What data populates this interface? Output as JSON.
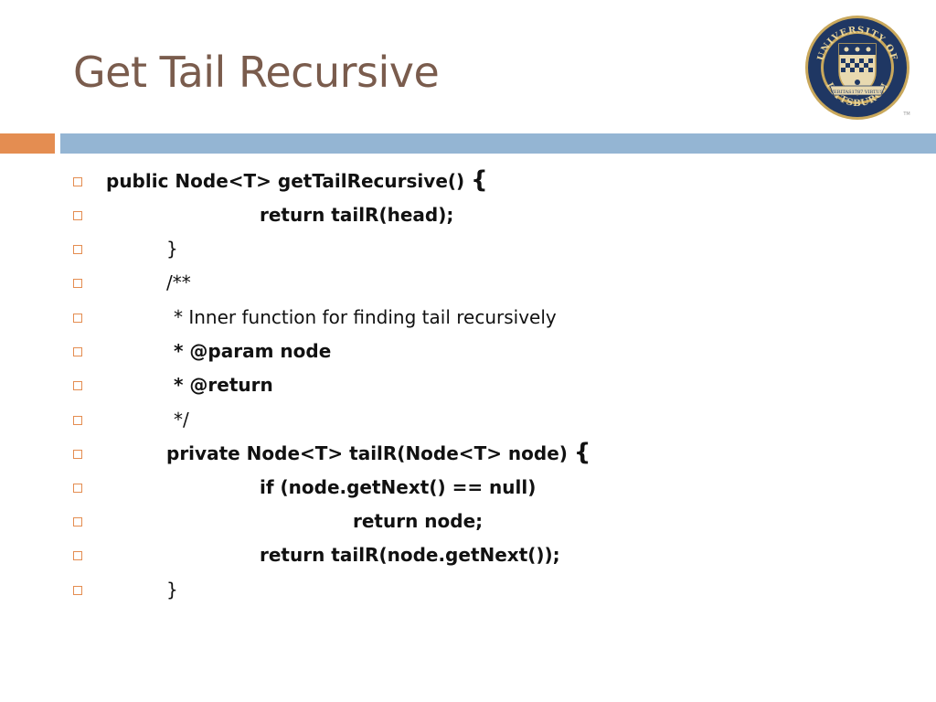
{
  "slide": {
    "title": "Get Tail Recursive",
    "logo": {
      "text_top": "UNIVERSITY OF",
      "text_bottom": "PITTSBURGH",
      "motto_left": "VERITAS",
      "year": "1787",
      "motto_right": "VIRTUS",
      "tm": "TM"
    },
    "lines": [
      {
        "text": "public Node<T> getTailRecursive() ",
        "brace": "{"
      },
      {
        "text": "return tailR(head);"
      },
      {
        "text": "}"
      },
      {
        "text": "/**"
      },
      {
        "text": "* Inner function for finding tail recursively"
      },
      {
        "text": "* @param node"
      },
      {
        "text": "* @return"
      },
      {
        "text": "*/"
      },
      {
        "text": "private Node<T> tailR(Node<T> node) ",
        "brace": "{"
      },
      {
        "text": "if (node.getNext() == null)"
      },
      {
        "text": "return node;"
      },
      {
        "text": "return tailR(node.getNext());"
      },
      {
        "text": "}"
      }
    ]
  }
}
